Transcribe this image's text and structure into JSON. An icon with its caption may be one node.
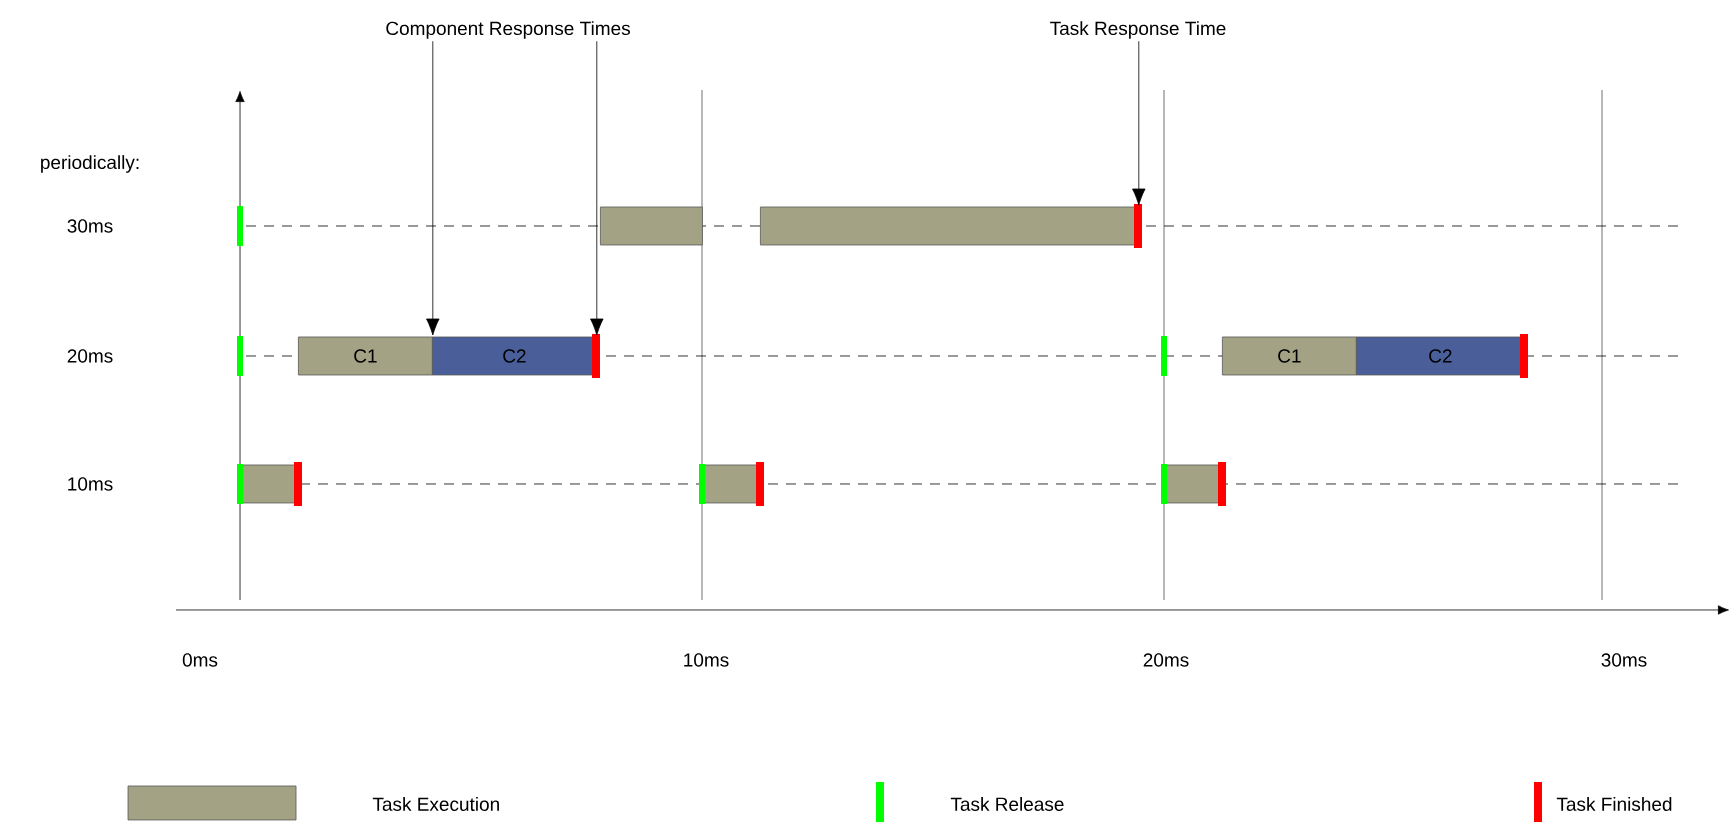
{
  "diagram": {
    "nodes": [
      {
        "text": [
          "Component Response Times"
        ]
      },
      {
        "text": [
          "Task Response Time"
        ]
      },
      {
        "text": [],
        "shape": "bar"
      },
      {
        "text": [],
        "shape": "bar"
      },
      {
        "text": [
          "C1"
        ]
      },
      {
        "text": [
          "C2"
        ]
      },
      {
        "text": [
          "C1"
        ]
      },
      {
        "text": [
          "C2"
        ]
      },
      {
        "text": [],
        "shape": "bar"
      },
      {
        "text": [],
        "shape": "bar"
      },
      {
        "text": [],
        "shape": "bar"
      }
    ],
    "edges": [
      {
        "from": 0,
        "to": 4,
        "arrow": "to"
      },
      {
        "from": 0,
        "to": 5,
        "arrow": "to"
      },
      {
        "from": 1,
        "to": 3,
        "arrow": "to"
      }
    ],
    "labels": [
      "periodically:",
      "30ms",
      "20ms",
      "10ms",
      "0ms",
      "10ms",
      "20ms",
      "30ms"
    ],
    "legend": [
      {
        "text": "Task Execution",
        "color": "#a3a285"
      },
      {
        "text": "Task Release",
        "color": "#00ff00"
      },
      {
        "text": "Task Finished",
        "color": "#ff0000"
      }
    ]
  }
}
